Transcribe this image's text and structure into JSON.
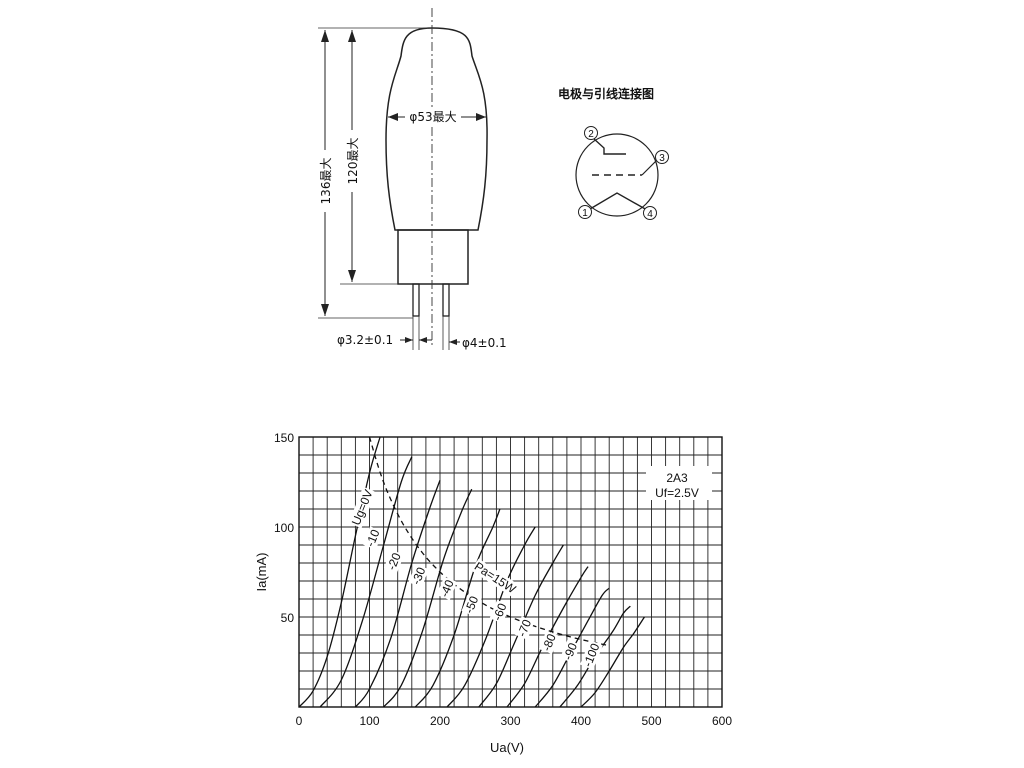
{
  "tube_drawing": {
    "dim_diameter": "φ53最大",
    "dim_total_height": "136最大",
    "dim_body_height": "120最大",
    "dim_pin_small": "φ3.2±0.1",
    "dim_pin_large": "φ4±0.1"
  },
  "pin_diagram": {
    "title": "电极与引线连接图",
    "pins": [
      "1",
      "2",
      "3",
      "4"
    ]
  },
  "chart_data": {
    "type": "line",
    "title": "2A3",
    "subtitle": "Uf=2.5V",
    "xlabel": "Ua(V)",
    "ylabel": "Ia(mA)",
    "xlim": [
      0,
      600
    ],
    "ylim": [
      0,
      150
    ],
    "xticks": [
      "0",
      "100",
      "200",
      "300",
      "400",
      "500",
      "600"
    ],
    "yticks": [
      "50",
      "100",
      "150"
    ],
    "grid": true,
    "series": [
      {
        "name": "Ug=0V",
        "x": [
          0,
          20,
          40,
          60,
          80,
          100,
          115
        ],
        "y": [
          0,
          9,
          28,
          58,
          95,
          130,
          150
        ]
      },
      {
        "name": "-10",
        "x": [
          30,
          60,
          90,
          120,
          145,
          160
        ],
        "y": [
          0,
          15,
          48,
          90,
          125,
          139
        ]
      },
      {
        "name": "-20",
        "x": [
          80,
          100,
          130,
          160,
          185,
          200
        ],
        "y": [
          0,
          10,
          38,
          80,
          110,
          126
        ]
      },
      {
        "name": "-30",
        "x": [
          120,
          145,
          175,
          205,
          230,
          245
        ],
        "y": [
          0,
          12,
          42,
          82,
          108,
          121
        ]
      },
      {
        "name": "-40",
        "x": [
          165,
          190,
          220,
          250,
          275,
          285
        ],
        "y": [
          0,
          12,
          40,
          78,
          100,
          110
        ]
      },
      {
        "name": "-50",
        "x": [
          210,
          235,
          265,
          295,
          320,
          335
        ],
        "y": [
          0,
          12,
          38,
          70,
          90,
          100
        ]
      },
      {
        "name": "-60",
        "x": [
          255,
          280,
          305,
          335,
          360,
          375
        ],
        "y": [
          0,
          13,
          35,
          62,
          80,
          90
        ]
      },
      {
        "name": "-70",
        "x": [
          295,
          320,
          345,
          375,
          400,
          410
        ],
        "y": [
          0,
          13,
          33,
          55,
          72,
          78
        ]
      },
      {
        "name": "-80",
        "x": [
          335,
          360,
          385,
          410,
          430,
          440
        ],
        "y": [
          0,
          12,
          30,
          48,
          62,
          66
        ]
      },
      {
        "name": "-90",
        "x": [
          370,
          395,
          420,
          445,
          460,
          470
        ],
        "y": [
          0,
          12,
          28,
          42,
          52,
          56
        ]
      },
      {
        "name": "-100",
        "x": [
          400,
          420,
          440,
          460,
          475,
          490
        ],
        "y": [
          0,
          8,
          20,
          33,
          41,
          50
        ]
      },
      {
        "name": "Pa=15W",
        "dashed": true,
        "x": [
          100,
          115,
          130,
          150,
          175,
          200,
          225,
          250,
          275,
          300,
          325,
          350,
          375,
          400,
          425,
          440
        ],
        "y": [
          150,
          130.4,
          115.4,
          100,
          85.7,
          75,
          66.7,
          60,
          54.5,
          50,
          46.2,
          42.9,
          40,
          37.5,
          35.3,
          34.1
        ]
      }
    ],
    "annotations": [
      "Ug=0V",
      "-10",
      "-20",
      "-30",
      "-40",
      "-50",
      "-60",
      "-70",
      "-80",
      "-90",
      "-100",
      "Pa=15W"
    ]
  }
}
